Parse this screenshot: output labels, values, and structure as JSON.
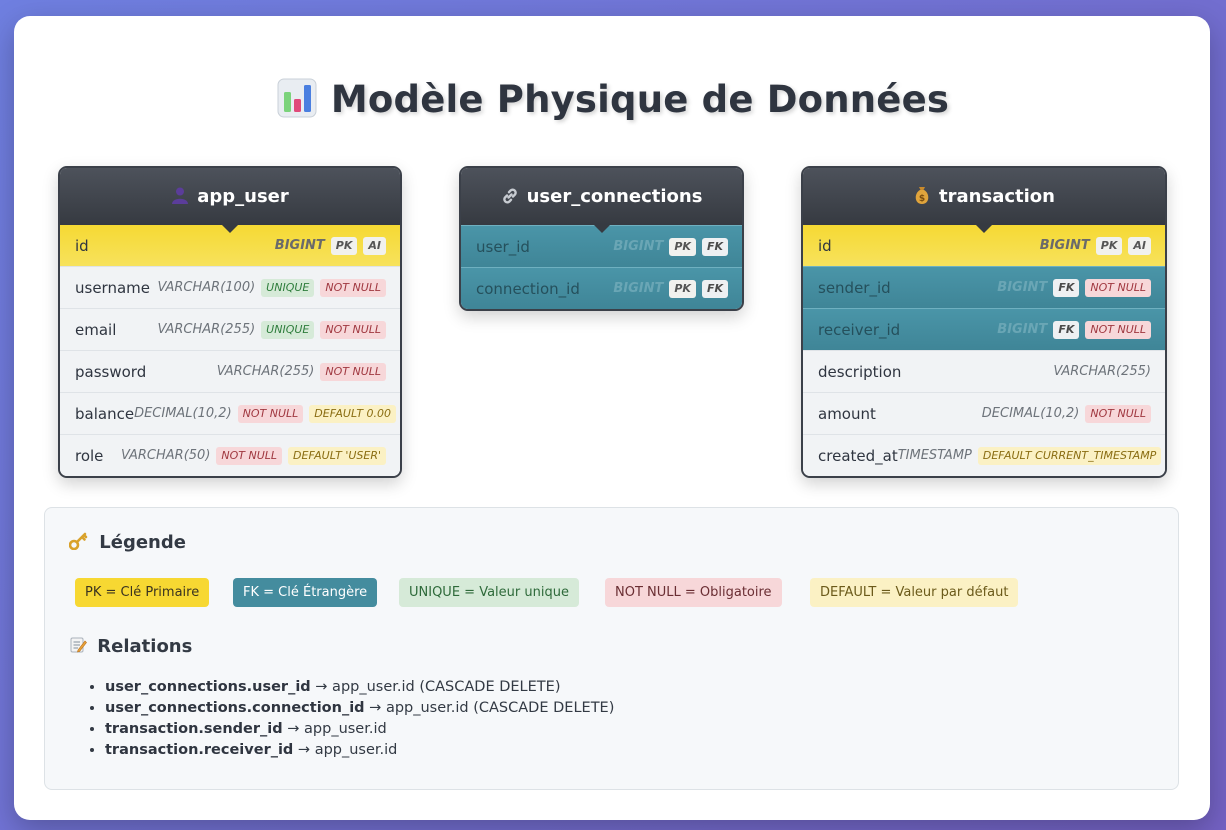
{
  "title": "Modèle Physique de Données",
  "icons": {
    "title": "bar-chart-icon",
    "app_user": "user-icon",
    "user_connections": "link-icon",
    "transaction": "money-bag-icon",
    "legend": "key-icon",
    "relations": "memo-icon"
  },
  "tables": {
    "app_user": {
      "name": "app_user",
      "rows": [
        {
          "col": "id",
          "type": "BIGINT",
          "badges": [
            "PK",
            "AI"
          ]
        },
        {
          "col": "username",
          "type": "VARCHAR(100)",
          "badges": [
            "UNIQUE",
            "NOT NULL"
          ]
        },
        {
          "col": "email",
          "type": "VARCHAR(255)",
          "badges": [
            "UNIQUE",
            "NOT NULL"
          ]
        },
        {
          "col": "password",
          "type": "VARCHAR(255)",
          "badges": [
            "NOT NULL"
          ]
        },
        {
          "col": "balance",
          "type": "DECIMAL(10,2)",
          "badges": [
            "NOT NULL",
            "DEFAULT 0.00"
          ]
        },
        {
          "col": "role",
          "type": "VARCHAR(50)",
          "badges": [
            "NOT NULL",
            "DEFAULT 'USER'"
          ]
        }
      ]
    },
    "user_connections": {
      "name": "user_connections",
      "rows": [
        {
          "col": "user_id",
          "type": "BIGINT",
          "badges": [
            "PK",
            "FK"
          ]
        },
        {
          "col": "connection_id",
          "type": "BIGINT",
          "badges": [
            "PK",
            "FK"
          ]
        }
      ]
    },
    "transaction": {
      "name": "transaction",
      "rows": [
        {
          "col": "id",
          "type": "BIGINT",
          "badges": [
            "PK",
            "AI"
          ]
        },
        {
          "col": "sender_id",
          "type": "BIGINT",
          "badges": [
            "FK",
            "NOT NULL"
          ]
        },
        {
          "col": "receiver_id",
          "type": "BIGINT",
          "badges": [
            "FK",
            "NOT NULL"
          ]
        },
        {
          "col": "description",
          "type": "VARCHAR(255)",
          "badges": []
        },
        {
          "col": "amount",
          "type": "DECIMAL(10,2)",
          "badges": [
            "NOT NULL"
          ]
        },
        {
          "col": "created_at",
          "type": "TIMESTAMP",
          "badges": [
            "DEFAULT CURRENT_TIMESTAMP"
          ]
        }
      ]
    }
  },
  "legend": {
    "title": "Légende",
    "items": [
      {
        "label": "PK = Clé Primaire",
        "bg": "#f7d832",
        "fg": "#3a3320"
      },
      {
        "label": "FK = Clé Étrangère",
        "bg": "#448c9e",
        "fg": "#ffffff"
      },
      {
        "label": "UNIQUE = Valeur unique",
        "bg": "#d6ead8",
        "fg": "#2e6a3a"
      },
      {
        "label": "NOT NULL = Obligatoire",
        "bg": "#f7d7d9",
        "fg": "#6a2e33"
      },
      {
        "label": "DEFAULT = Valeur par défaut",
        "bg": "#fbf1c4",
        "fg": "#6b5a1a"
      }
    ]
  },
  "relations": {
    "title": "Relations",
    "items": [
      {
        "from": "user_connections.user_id",
        "to": "→ app_user.id (CASCADE DELETE)"
      },
      {
        "from": "user_connections.connection_id",
        "to": "→ app_user.id (CASCADE DELETE)"
      },
      {
        "from": "transaction.sender_id",
        "to": "→ app_user.id"
      },
      {
        "from": "transaction.receiver_id",
        "to": "→ app_user.id"
      }
    ]
  }
}
